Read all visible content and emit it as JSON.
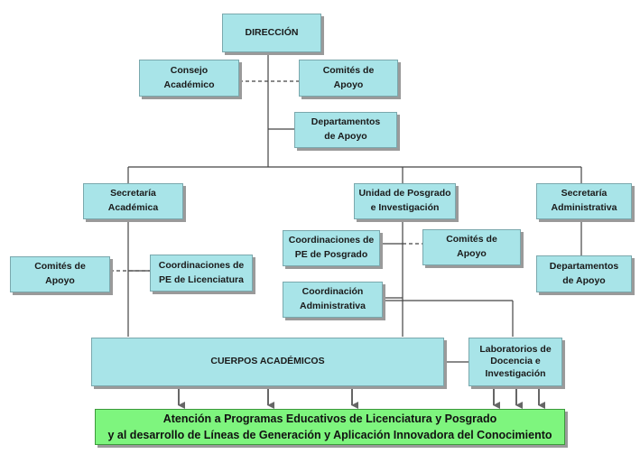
{
  "colors": {
    "box_fill": "#a8e4e8",
    "target_fill": "#7ef57e",
    "line": "#444444"
  },
  "nodes": {
    "direccion": "DIRECCIÓN",
    "consejo": "Consejo\nAcadémico",
    "comites_top": "Comités de\nApoyo",
    "departamentos_top": "Departamentos\nde Apoyo",
    "secretaria_academica": "Secretaría\nAcadémica",
    "unidad_posgrado": "Unidad de Posgrado\ne Investigación",
    "secretaria_administrativa": "Secretaría\nAdministrativa",
    "comites_left": "Comités de\nApoyo",
    "coord_licenciatura": "Coordinaciones de\nPE de Licenciatura",
    "coord_posgrado": "Coordinaciones de\nPE de Posgrado",
    "comites_posgrado": "Comités de\nApoyo",
    "departamentos_right": "Departamentos\nde Apoyo",
    "coord_administrativa": "Coordinación\nAdministrativa",
    "cuerpos_academicos": "CUERPOS  ACADÉMICOS",
    "laboratorios": "Laboratorios de\nDocencia e\nInvestigación",
    "atencion": "Atención a Programas Educativos de Licenciatura y Posgrado\ny al desarrollo de Líneas de Generación y Aplicación Innovadora del Conocimiento"
  }
}
